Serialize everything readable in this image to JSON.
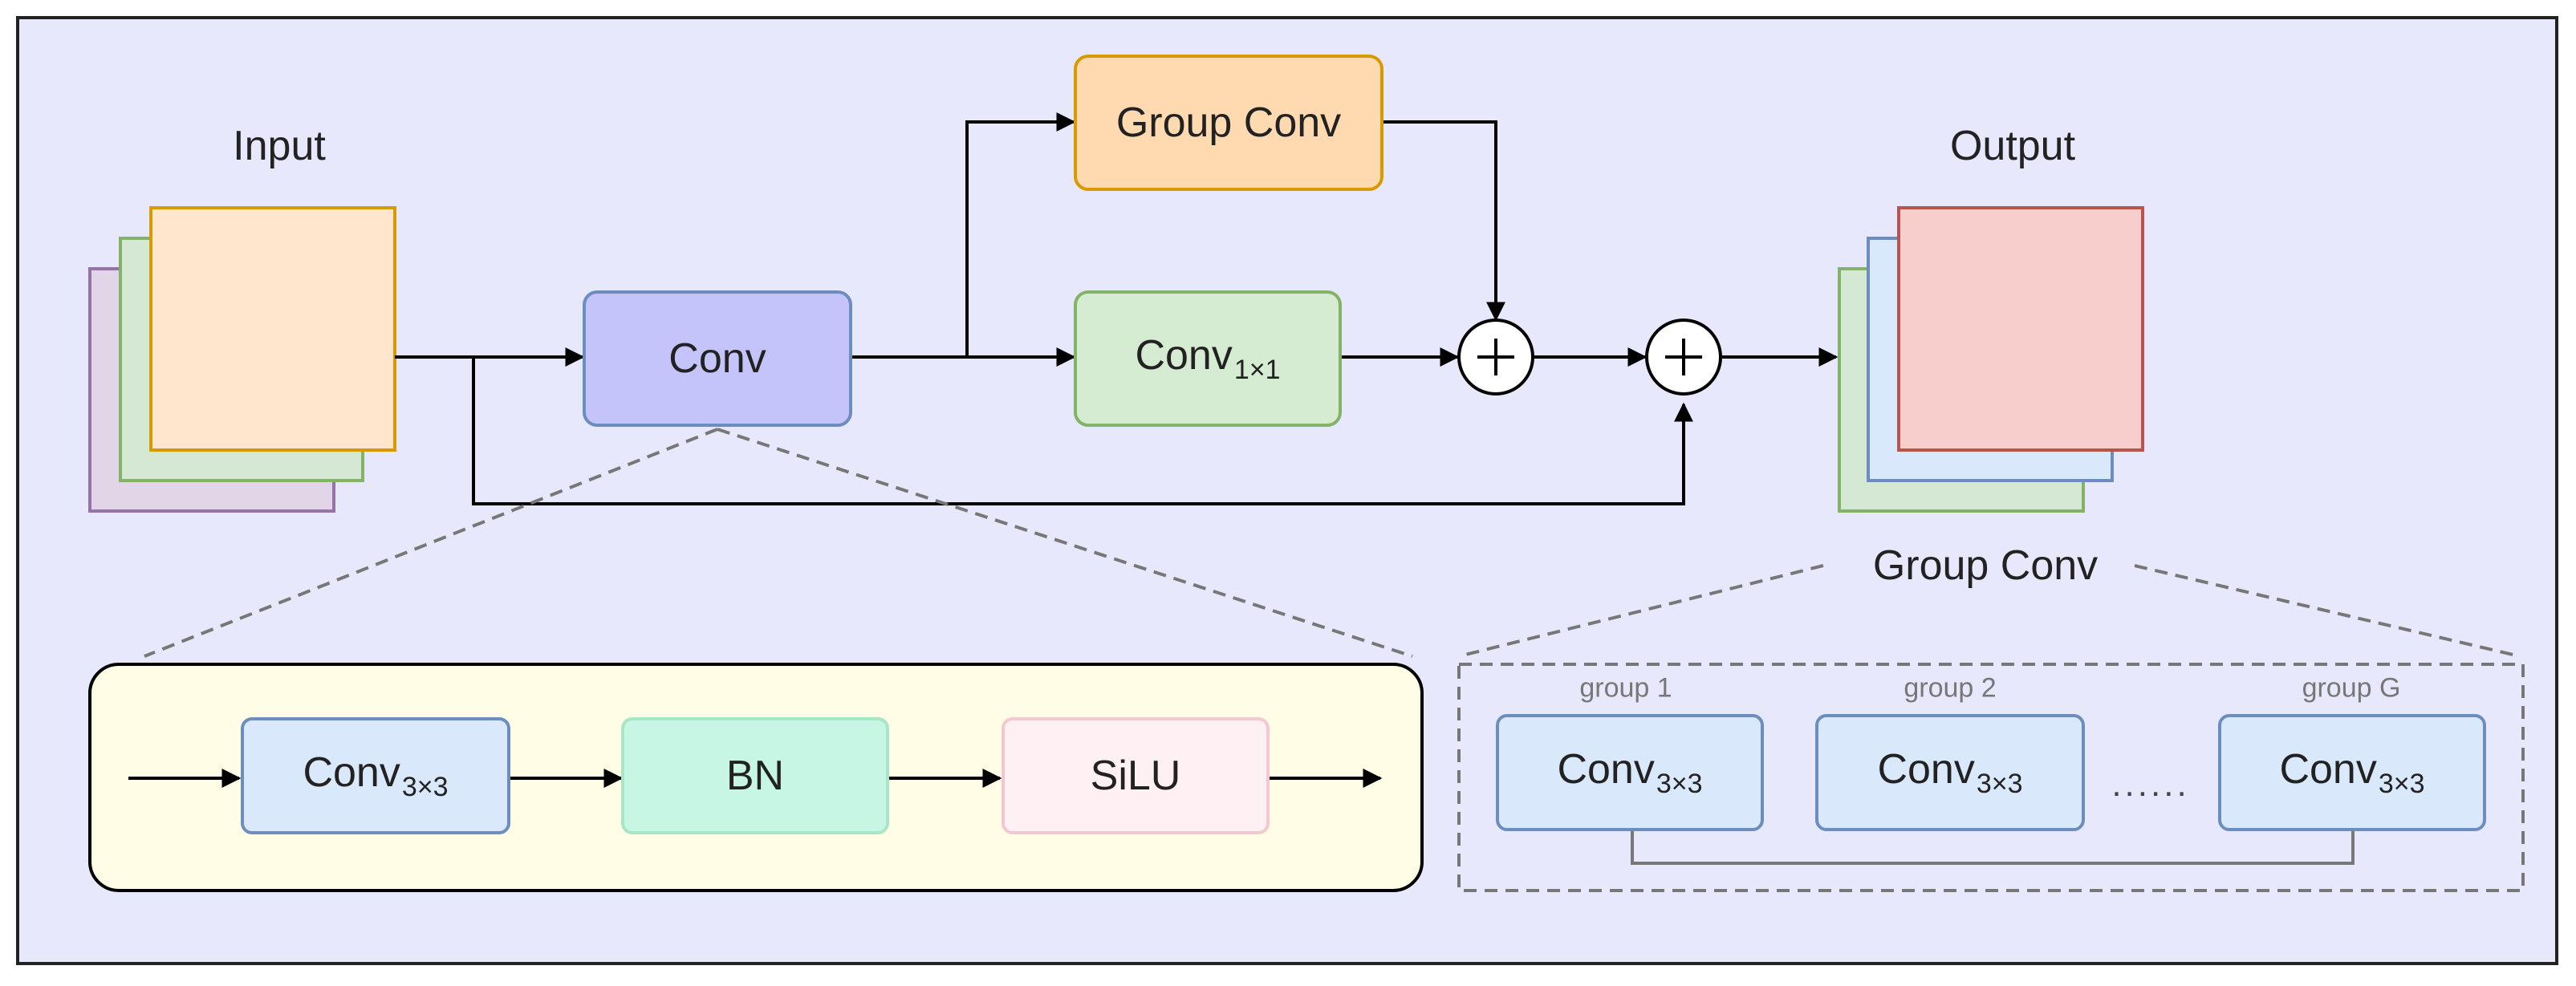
{
  "labels": {
    "input": "Input",
    "output": "Output",
    "group_conv_section": "Group Conv"
  },
  "blocks": {
    "conv": "Conv",
    "group_conv": "Group Conv",
    "conv1x1": {
      "base": "Conv",
      "sub": "1×1"
    }
  },
  "operators": {
    "add": "+"
  },
  "detail_conv": {
    "conv3x3": {
      "base": "Conv",
      "sub": "3×3"
    },
    "bn": "BN",
    "silu": "SiLU"
  },
  "detail_group": {
    "groups": [
      {
        "label": "group 1",
        "base": "Conv",
        "sub": "3×3"
      },
      {
        "label": "group 2",
        "base": "Conv",
        "sub": "3×3"
      },
      {
        "label": "group G",
        "base": "Conv",
        "sub": "3×3"
      }
    ],
    "ellipsis": "......"
  },
  "colors": {
    "background": "#e8e8fd",
    "orange": "#ffd9b0",
    "conv_blue": "#c4c4fb",
    "green": "#d6ecd2",
    "light_blue": "#dae8fc",
    "bn_green": "#c7f7e4",
    "silu_pink": "#fff0f3",
    "output_red": "#f8cecc",
    "yellow": "#fffde6"
  }
}
